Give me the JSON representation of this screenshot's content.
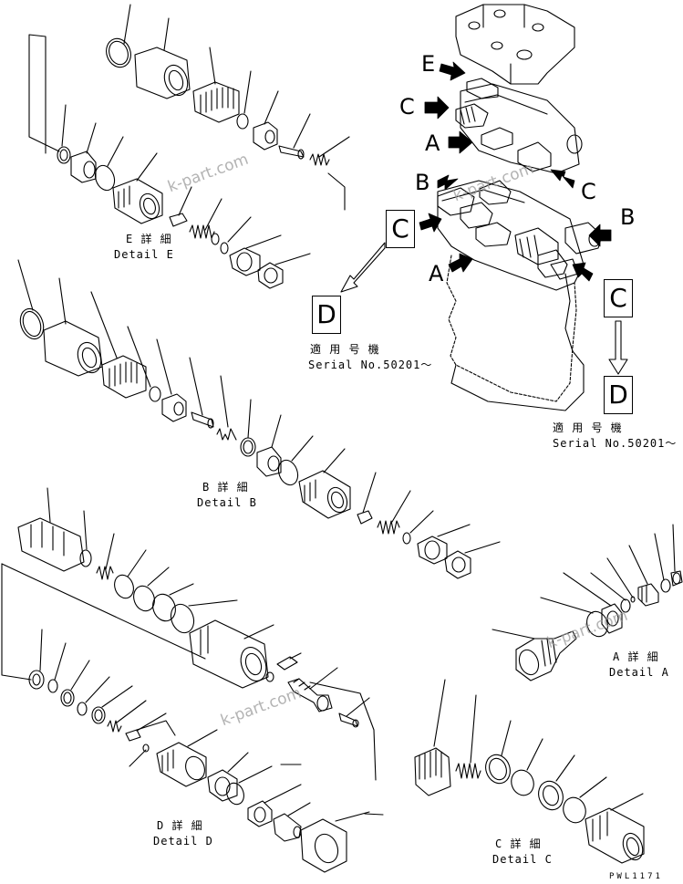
{
  "details": {
    "E": {
      "jp": "E 詳 細",
      "en": "Detail E"
    },
    "B": {
      "jp": "B 詳 細",
      "en": "Detail B"
    },
    "A": {
      "jp": "A 詳 細",
      "en": "Detail A"
    },
    "C": {
      "jp": "C 詳 細",
      "en": "Detail C"
    },
    "D": {
      "jp": "D 詳 細",
      "en": "Detail D"
    }
  },
  "serial": {
    "jp": "適 用 号 機",
    "en": "Serial No.50201～"
  },
  "view_letters": {
    "E": "E",
    "C1": "C",
    "A1": "A",
    "B1": "B",
    "C2": "C",
    "B2": "B",
    "A2": "A"
  },
  "box_letters": {
    "C_left": "C",
    "D_left": "D",
    "C_right": "C",
    "D_right": "D"
  },
  "watermark": "k-part.com",
  "drawing_code": "PWL1171",
  "colors": {
    "line": "#000000",
    "watermark": "#9a9a9a"
  }
}
